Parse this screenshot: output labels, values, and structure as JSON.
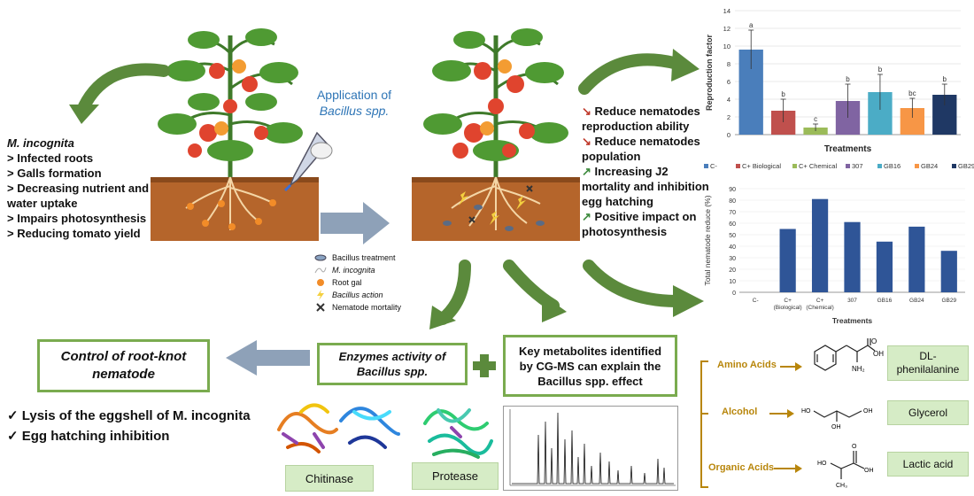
{
  "left": {
    "species": "M. incognita",
    "symptoms": [
      "> Infected roots",
      "> Galls formation",
      "> Decreasing nutrient and water uptake",
      "> Impairs photosynthesis",
      "> Reducing tomato yield"
    ]
  },
  "application": {
    "line1": "Application of",
    "line2": "Bacillus spp."
  },
  "effects": [
    {
      "arrow": "↘",
      "text": "Reduce nematodes reproduction ability",
      "dir": "down"
    },
    {
      "arrow": "↘",
      "text": "Reduce nematodes population",
      "dir": "down"
    },
    {
      "arrow": "↗",
      "text": "Increasing J2 mortality and inhibition egg hatching",
      "dir": "up"
    },
    {
      "arrow": "↗",
      "text": "Positive impact on photosynthesis",
      "dir": "up"
    }
  ],
  "legend": [
    {
      "icon": "bacillus-icon",
      "label": "Bacillus treatment"
    },
    {
      "icon": "nematode-icon",
      "label": "M. incognita"
    },
    {
      "icon": "root-gall-icon",
      "label": "Root gal"
    },
    {
      "icon": "lightning-icon",
      "label": "Bacillus action"
    },
    {
      "icon": "cross-icon",
      "label": "Nematode mortality"
    }
  ],
  "control_box": "Control of root-knot nematode",
  "enzymes_box": {
    "line1": "Enzymes activity of",
    "line2": "Bacillus spp."
  },
  "metabolites_box": {
    "line1": "Key metabolites identified",
    "line2": "by CG-MS can explain the",
    "line3": "Bacillus spp. effect"
  },
  "outcomes": [
    "Lysis of the eggshell of M. incognita",
    "Egg hatching inhibition"
  ],
  "enzymes": [
    "Chitinase",
    "Protease"
  ],
  "metabolites": [
    {
      "class": "Amino Acids",
      "name": "DL-phenilalanine"
    },
    {
      "class": "Alcohol",
      "name": "Glycerol"
    },
    {
      "class": "Organic Acids",
      "name": "Lactic acid"
    }
  ],
  "colors": {
    "green_arrow": "#5b8a3c",
    "blue_arrow": "#8ea1b8",
    "box_border": "#7aab4f",
    "tag_fill": "#d6ecc6",
    "gold": "#b8860b"
  },
  "chart_data": [
    {
      "type": "bar",
      "title": "",
      "xlabel": "Treatments",
      "ylabel": "Reproduction factor",
      "ylim": [
        0,
        14
      ],
      "yticks": [
        0,
        2,
        4,
        6,
        8,
        10,
        12,
        14
      ],
      "categories": [
        "C-",
        "C+ Biological",
        "C+ Chemical",
        "307",
        "GB16",
        "GB24",
        "GB29"
      ],
      "values": [
        9.6,
        2.7,
        0.8,
        3.8,
        4.8,
        3.0,
        4.5
      ],
      "errors": [
        2.2,
        1.3,
        0.4,
        1.9,
        2.0,
        1.1,
        1.2
      ],
      "letters": [
        "a",
        "b",
        "c",
        "b",
        "b",
        "bc",
        "b"
      ],
      "colors": [
        "#4a7ebb",
        "#c0504d",
        "#9bbb59",
        "#8064a2",
        "#4bacc6",
        "#f79646",
        "#1f3864"
      ],
      "legend_position": "bottom"
    },
    {
      "type": "bar",
      "title": "",
      "xlabel": "Treatments",
      "ylabel": "Total nematode reduce (%)",
      "ylim": [
        0,
        90
      ],
      "yticks": [
        0,
        10,
        20,
        30,
        40,
        50,
        60,
        70,
        80,
        90
      ],
      "categories": [
        "C-",
        "C+ (Biological)",
        "C+ (Chemical)",
        "307",
        "GB16",
        "GB24",
        "GB29"
      ],
      "category_lines": [
        [
          "C-"
        ],
        [
          "C+",
          "(Biological)"
        ],
        [
          "C+",
          "(Chemical)"
        ],
        [
          "307"
        ],
        [
          "GB16"
        ],
        [
          "GB24"
        ],
        [
          "GB29"
        ]
      ],
      "values": [
        0,
        55,
        81,
        61,
        44,
        57,
        36
      ],
      "color": "#2f5597"
    }
  ]
}
